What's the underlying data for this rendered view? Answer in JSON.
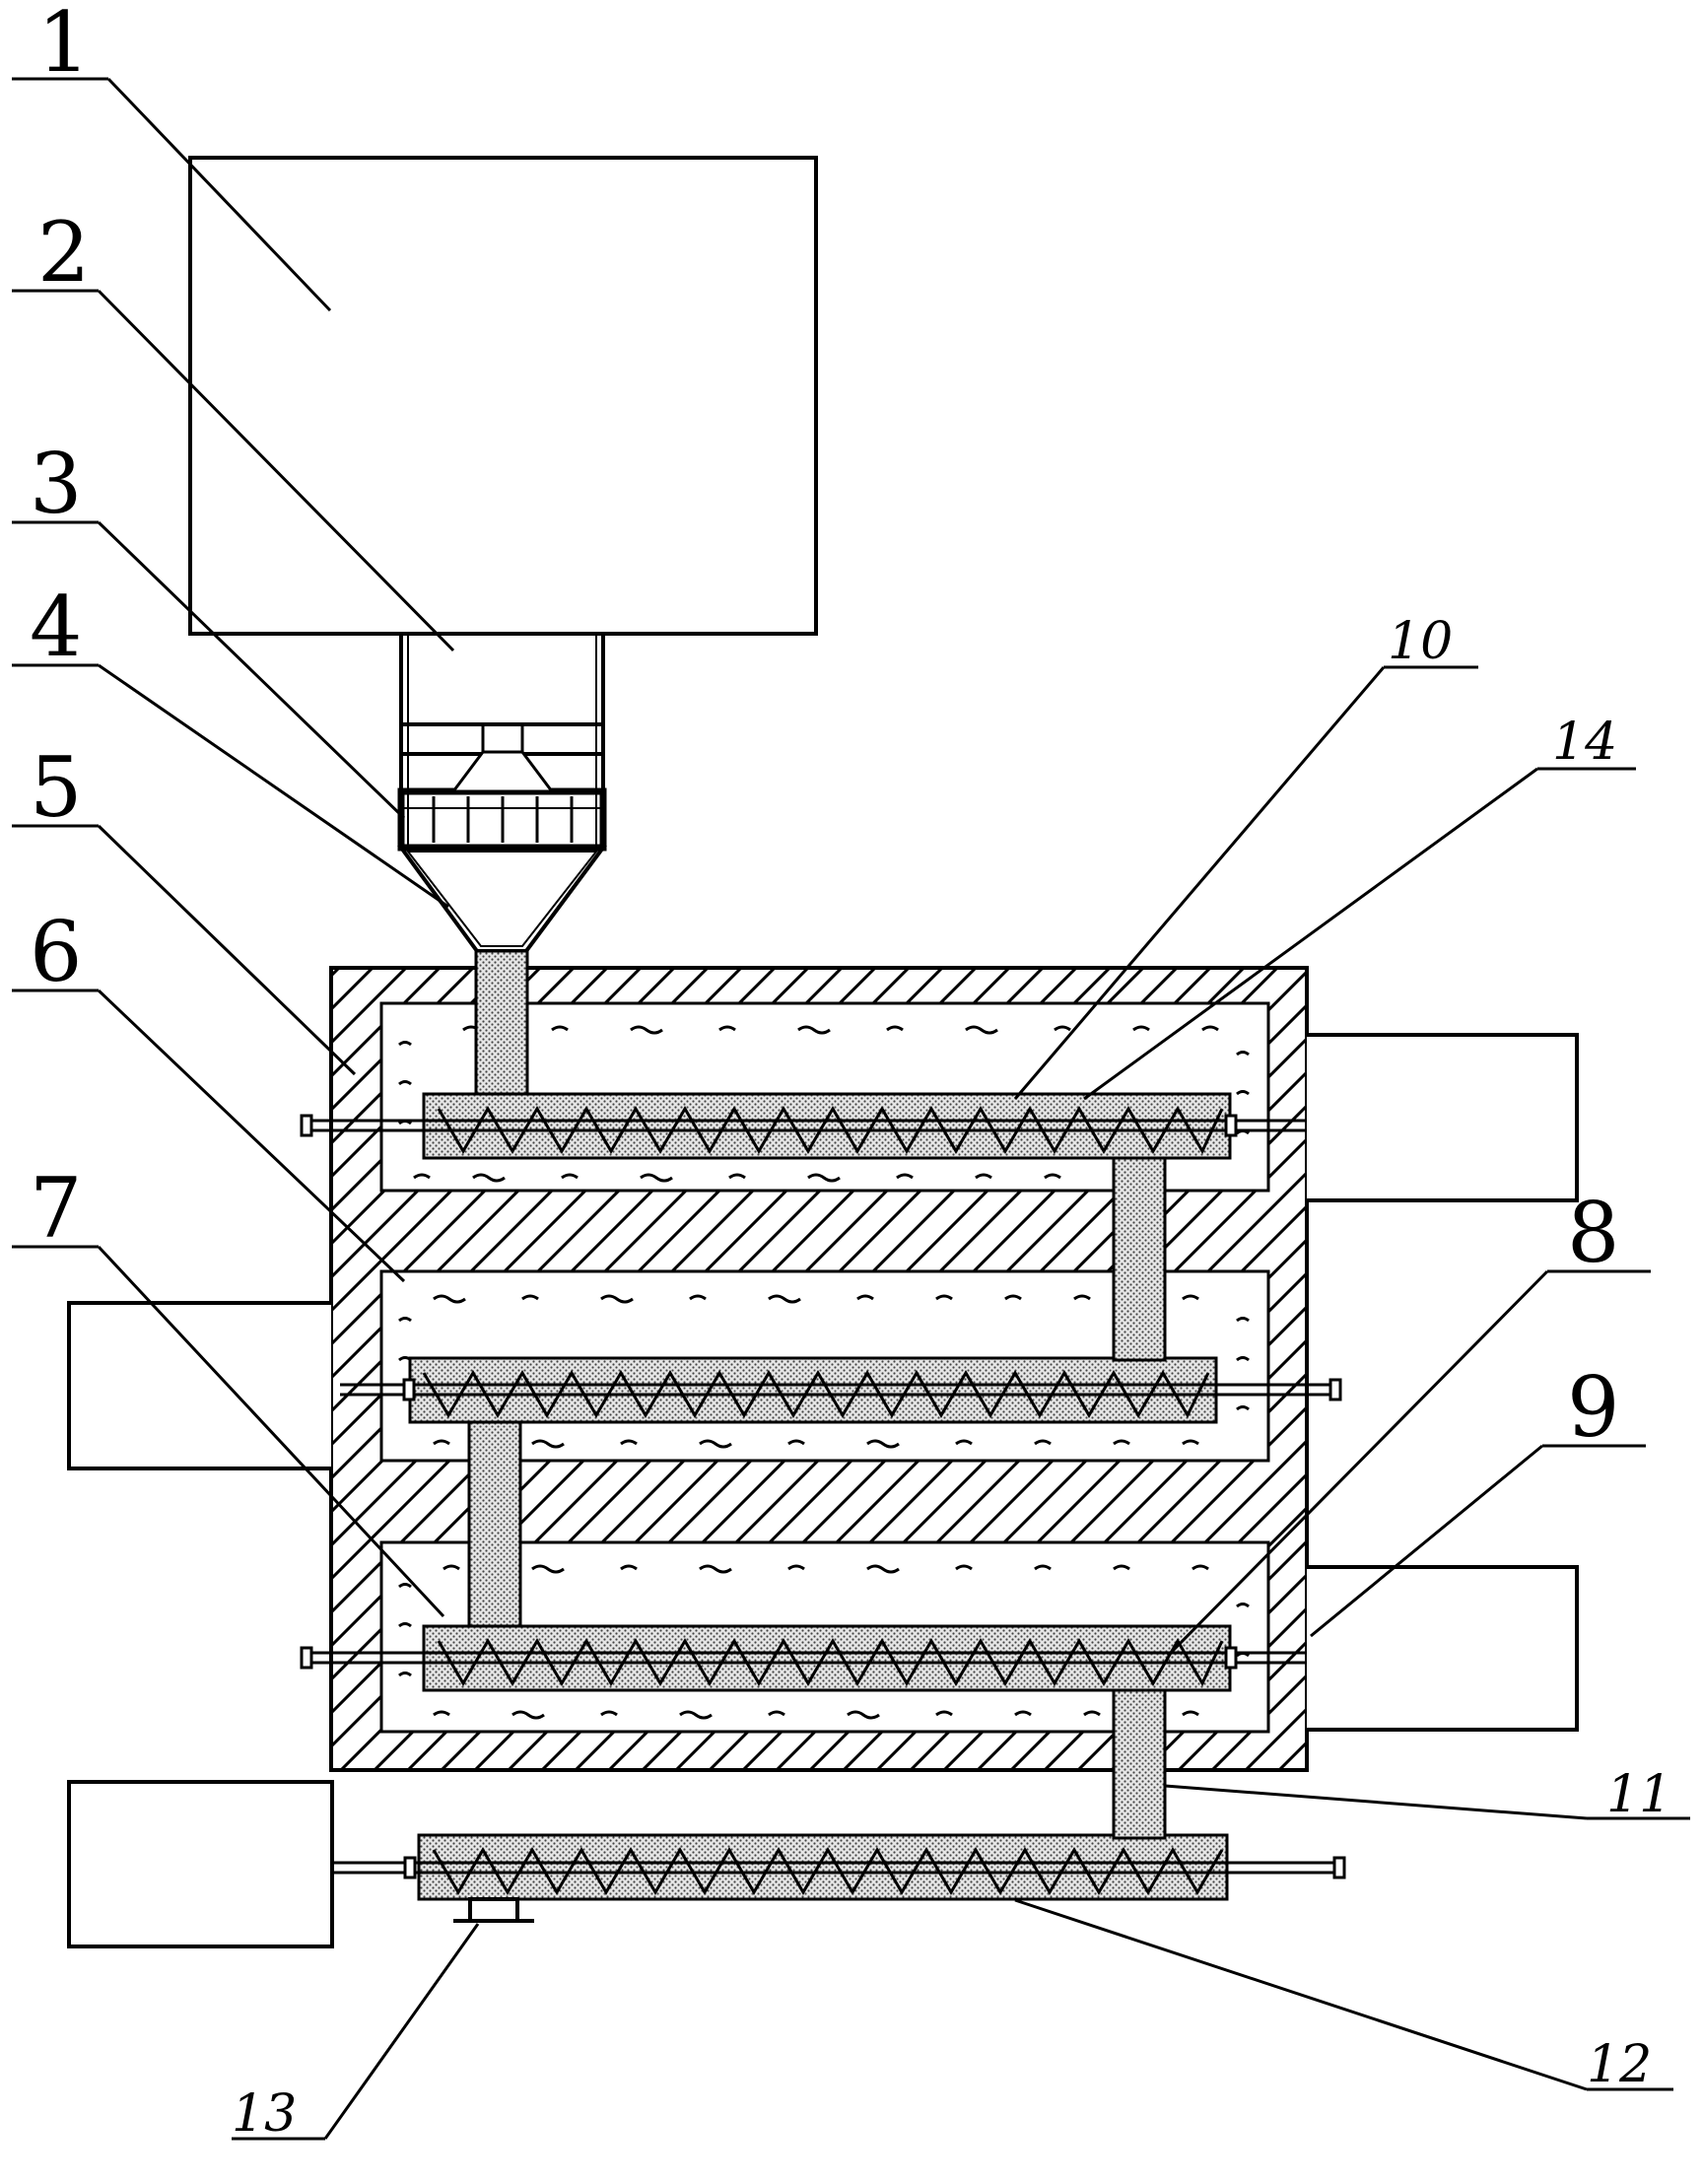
{
  "diagram": {
    "colors": {
      "line": "#000000",
      "paper": "#ffffff",
      "fill": "#cfcfcf"
    },
    "callouts": [
      {
        "id": "1",
        "text": "1"
      },
      {
        "id": "2",
        "text": "2"
      },
      {
        "id": "3",
        "text": "3"
      },
      {
        "id": "4",
        "text": "4"
      },
      {
        "id": "5",
        "text": "5"
      },
      {
        "id": "6",
        "text": "6"
      },
      {
        "id": "7",
        "text": "7"
      },
      {
        "id": "8",
        "text": "8"
      },
      {
        "id": "9",
        "text": "9"
      },
      {
        "id": "10",
        "text": "10"
      },
      {
        "id": "11",
        "text": "11"
      },
      {
        "id": "12",
        "text": "12"
      },
      {
        "id": "13",
        "text": "13"
      },
      {
        "id": "14",
        "text": "14"
      }
    ]
  }
}
